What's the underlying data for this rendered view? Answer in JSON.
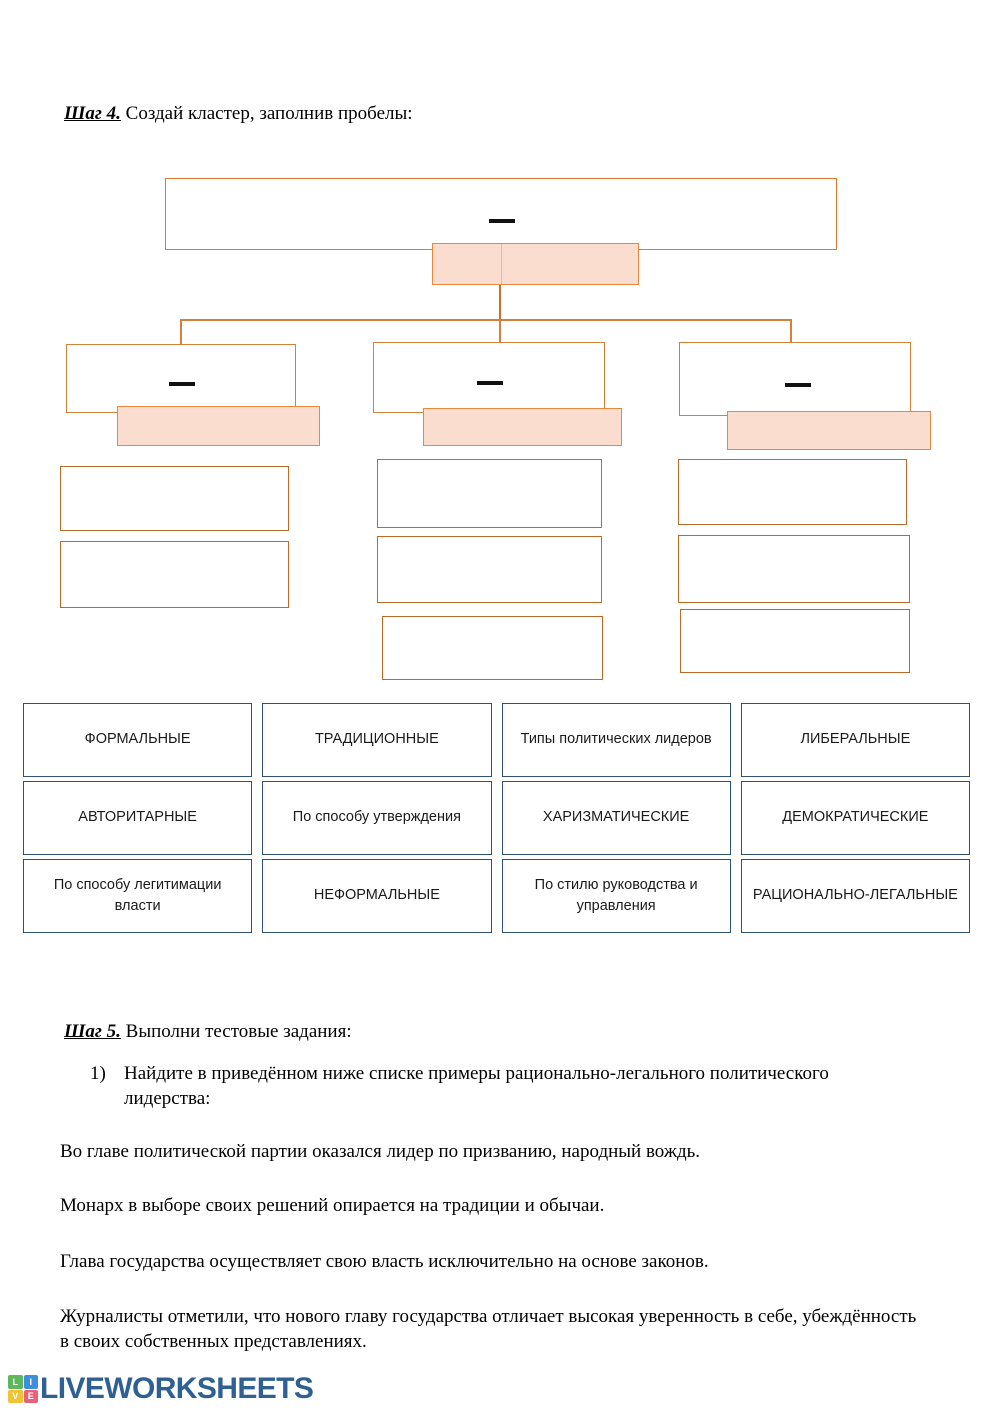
{
  "steps": {
    "step4": {
      "label": "Шаг 4.",
      "text": "Создай кластер, заполнив пробелы:"
    },
    "step5": {
      "label": "Шаг 5.",
      "text": "Выполни тестовые задания:"
    }
  },
  "cluster": {
    "blank_mark": "—",
    "nodes": [
      {
        "id": "root",
        "level": 1,
        "value": ""
      },
      {
        "id": "branch-1",
        "level": 2,
        "value": ""
      },
      {
        "id": "branch-2",
        "level": 2,
        "value": ""
      },
      {
        "id": "branch-3",
        "level": 2,
        "value": ""
      },
      {
        "id": "leaf-1-1",
        "level": 3,
        "value": ""
      },
      {
        "id": "leaf-1-2",
        "level": 3,
        "value": ""
      },
      {
        "id": "leaf-2-1",
        "level": 3,
        "value": ""
      },
      {
        "id": "leaf-2-2",
        "level": 3,
        "value": ""
      },
      {
        "id": "leaf-2-3",
        "level": 3,
        "value": ""
      },
      {
        "id": "leaf-3-1",
        "level": 3,
        "value": ""
      },
      {
        "id": "leaf-3-2",
        "level": 3,
        "value": ""
      },
      {
        "id": "leaf-3-3",
        "level": 3,
        "value": ""
      }
    ],
    "colors": {
      "node_border": "#e0762f",
      "fill_background": "#fbddd0",
      "fill_border": "#e7883f",
      "connector": "#d4813c"
    }
  },
  "wordbank": {
    "items": [
      "ФОРМАЛЬНЫЕ",
      "ТРАДИЦИОННЫЕ",
      "Типы политических лидеров",
      "ЛИБЕРАЛЬНЫЕ",
      "АВТОРИТАРНЫЕ",
      "По способу утверждения",
      "ХАРИЗМАТИЧЕСКИЕ",
      "ДЕМОКРАТИЧЕСКИЕ",
      "По способу легитимации власти",
      "НЕФОРМАЛЬНЫЕ",
      "По стилю руководства и управления",
      "РАЦИОНАЛЬНО-ЛЕГАЛЬНЫЕ"
    ],
    "border_color": "#2d5272"
  },
  "test": {
    "question_number": "1)",
    "question_text": "Найдите в приведённом ниже списке примеры рационально-легального политического лидерства:",
    "statements": [
      "Во главе политической партии оказался лидер по призванию, народный вождь.",
      "Монарх в выборе своих решений опирается на традиции и обычаи.",
      "Глава государства осуществляет свою власть исключительно на основе законов.",
      "Журналисты отметили, что нового главу государства отличает высокая уверенность в себе, убеждённость в своих собственных представлениях."
    ]
  },
  "footer": {
    "brand": "LIVEWORKSHEETS",
    "tiles": [
      {
        "letter": "L",
        "color": "#5fb85c"
      },
      {
        "letter": "I",
        "color": "#3e8ede"
      },
      {
        "letter": "V",
        "color": "#f1c232"
      },
      {
        "letter": "E",
        "color": "#e8607a"
      }
    ],
    "brand_color": "#2f6093"
  }
}
